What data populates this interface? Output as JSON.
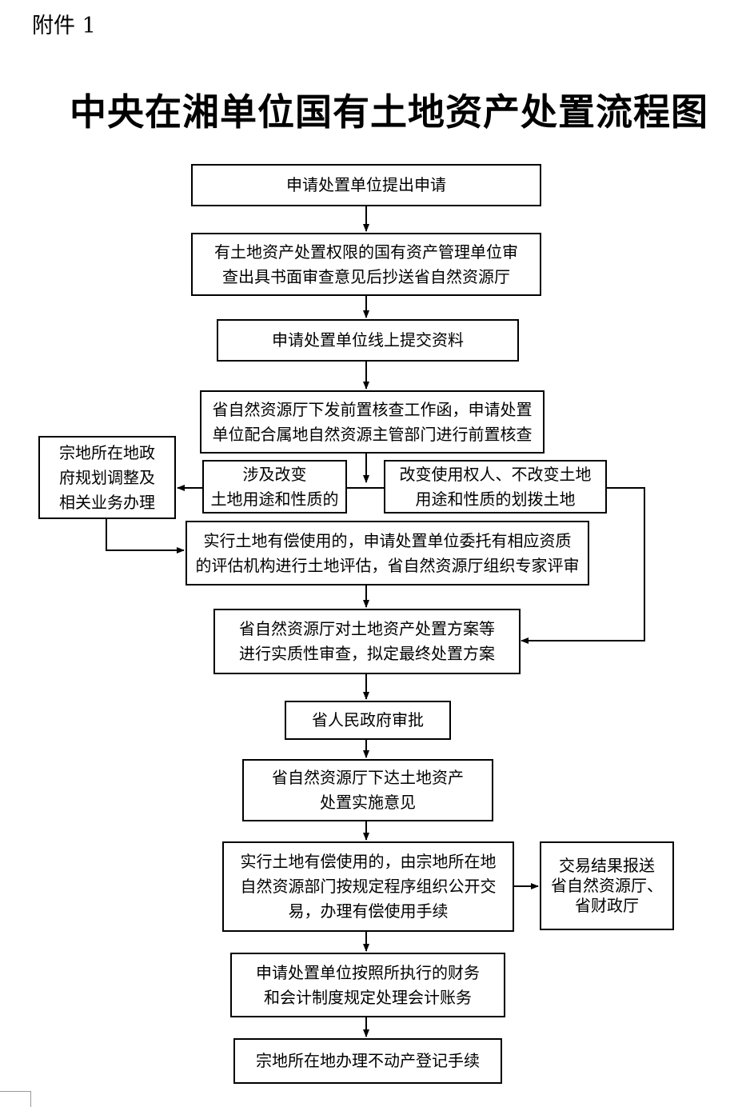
{
  "attachment_label": "附件 1",
  "title": "中央在湘单位国有土地资产处置流程图",
  "steps": {
    "s1": [
      "申请处置单位提出申请"
    ],
    "s2": [
      "有土地资产处置权限的国有资产管理单位审",
      "查出具书面审查意见后抄送省自然资源厅"
    ],
    "s3": [
      "申请处置单位线上提交资料"
    ],
    "s4": [
      "省自然资源厅下发前置核查工作函，申请处置",
      "单位配合属地自然资源主管部门进行前置核查"
    ],
    "branch_left": [
      "涉及改变",
      "土地用途和性质的"
    ],
    "branch_right": [
      "改变使用权人、不改变土地",
      "用途和性质的划拨土地"
    ],
    "side_left": [
      "宗地所在地政",
      "府规划调整及",
      "相关业务办理"
    ],
    "s5": [
      "实行土地有偿使用的，申请处置单位委托有相应资质",
      "的评估机构进行土地评估，省自然资源厅组织专家评审"
    ],
    "s6": [
      "省自然资源厅对土地资产处置方案等",
      "进行实质性审查，拟定最终处置方案"
    ],
    "s7": [
      "省人民政府审批"
    ],
    "s8": [
      "省自然资源厅下达土地资产",
      "处置实施意见"
    ],
    "s9": [
      "实行土地有偿使用的，由宗地所在地",
      "自然资源部门按规定程序组织公开交",
      "易，办理有偿使用手续"
    ],
    "side_right": [
      "交易结果报送",
      "省自然资源厅、",
      "省财政厅"
    ],
    "s10": [
      "申请处置单位按照所执行的财务",
      "和会计制度规定处理会计账务"
    ],
    "s11": [
      "宗地所在地办理不动产登记手续"
    ]
  }
}
